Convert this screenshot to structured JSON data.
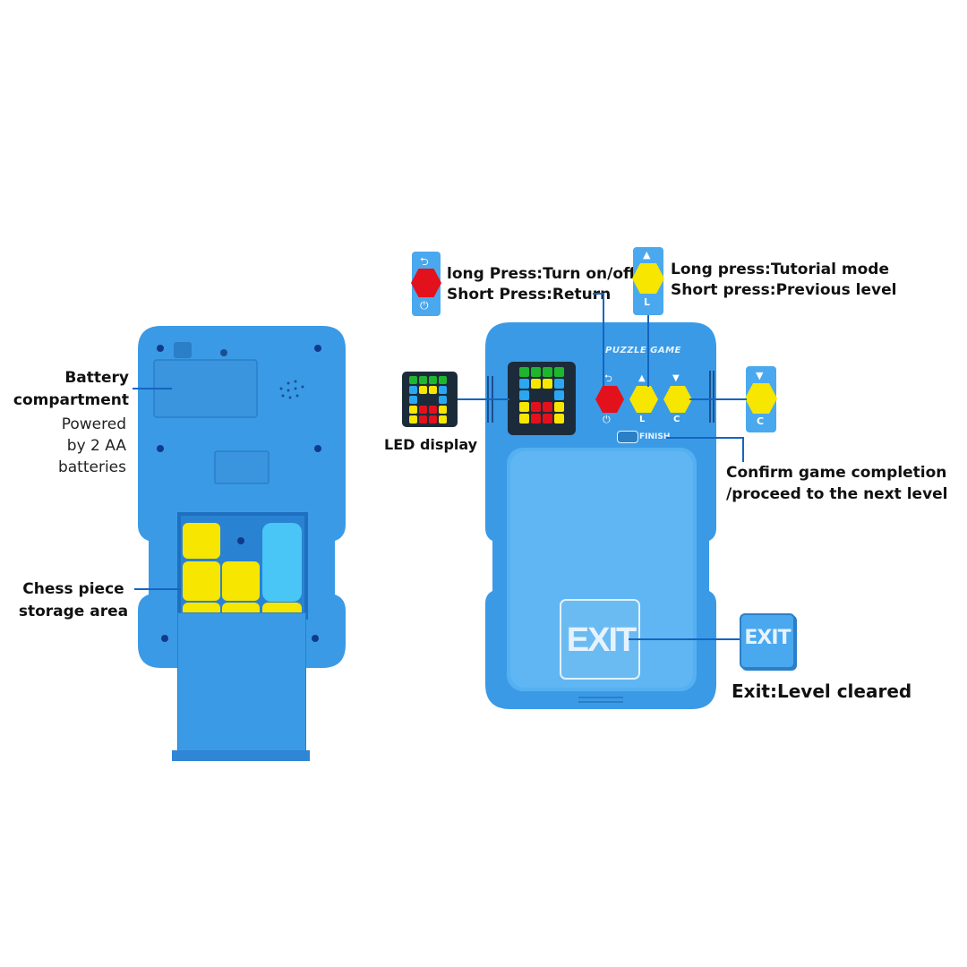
{
  "labels": {
    "battery_title": "Battery\ncompartment",
    "battery_desc": "Powered\nby 2 AA\nbatteries",
    "storage": "Chess piece\nstorage area",
    "power_long": "long Press:Turn on/off",
    "power_short": "Short Press:Return",
    "l_long": "Long press:Tutorial mode",
    "l_short": "Short press:Previous level",
    "led": "LED display",
    "finish": "Confirm game completion\n/proceed to the next level",
    "exit_desc": "Exit:Level cleared"
  },
  "device": {
    "brand": "PUZZLE GAME",
    "finish_label": "FINISH",
    "exit_label": "EXIT",
    "btn_l": "L",
    "btn_c": "C",
    "up_arrow": "▲",
    "down_arrow": "▼",
    "return_glyph": "⮌",
    "power_glyph": "⏻"
  },
  "colors": {
    "device_blue": "#3a9ae6",
    "panel_blue": "#4aa8ee",
    "line_blue": "#1565c0",
    "red": "#e3111c",
    "yellow": "#f6e600"
  }
}
